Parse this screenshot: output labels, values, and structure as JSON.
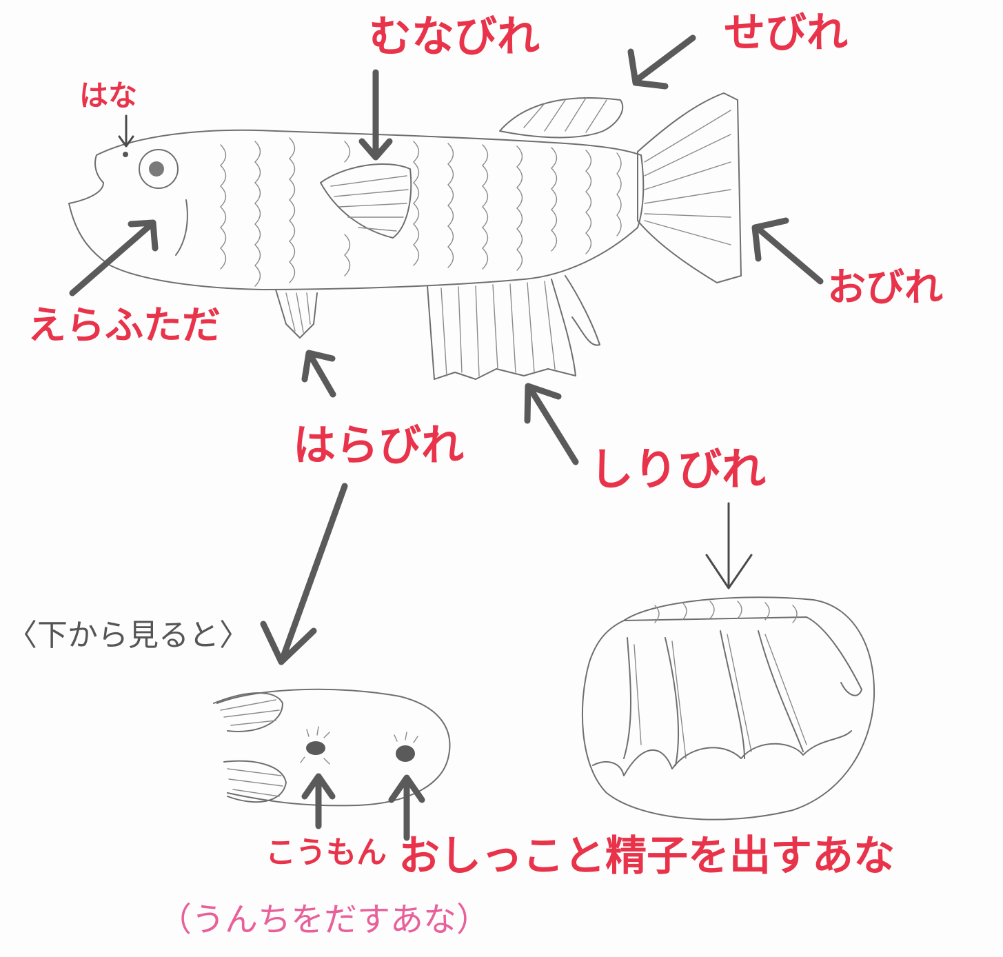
{
  "labels": {
    "nose": "はな",
    "pectoral_fin": "むなびれ",
    "dorsal_fin": "せびれ",
    "gill_cover": "えらふただ",
    "caudal_fin": "おびれ",
    "pelvic_fin": "はらびれ",
    "anal_fin": "しりびれ",
    "view_from_below": "〈下から見ると〉",
    "anus": "こうもん",
    "urogenital_pore": "おしっこと精子を出すあな",
    "anus_note": "（うんちをだすあな）"
  },
  "colors": {
    "label_red": "#e8334a",
    "label_pink": "#e8609a",
    "pencil": "#6e6e6e"
  }
}
